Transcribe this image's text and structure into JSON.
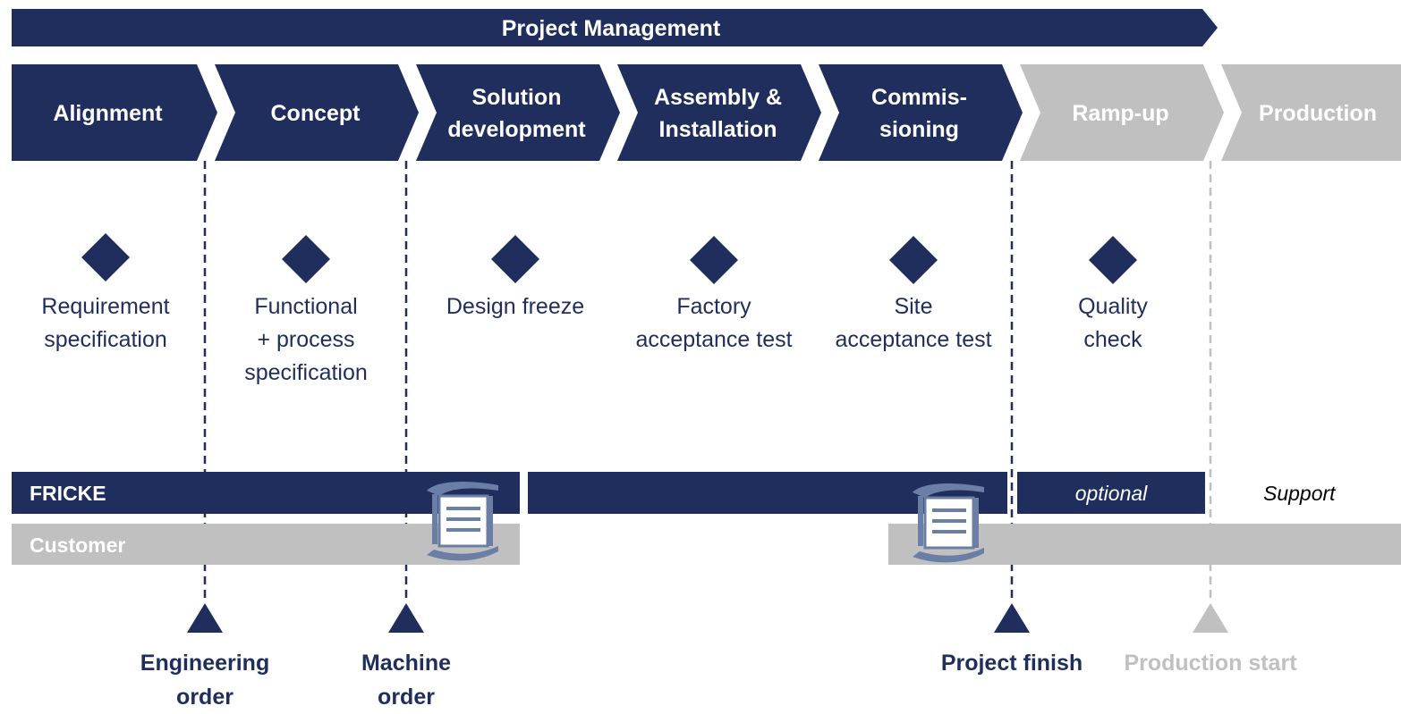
{
  "colors": {
    "navy": "#1f2e5c",
    "gray": "#c0c0c0",
    "white": "#ffffff",
    "icon": "#6b7ea5"
  },
  "header": {
    "label": "Project Management"
  },
  "phases": [
    {
      "label": "Alignment",
      "state": "active"
    },
    {
      "label": "Concept",
      "state": "active"
    },
    {
      "label": "Solution\ndevelopment",
      "state": "active"
    },
    {
      "label": "Assembly &\nInstallation",
      "state": "active"
    },
    {
      "label": "Commis-\nsioning",
      "state": "active"
    },
    {
      "label": "Ramp-up",
      "state": "inactive"
    },
    {
      "label": "Production",
      "state": "inactive"
    }
  ],
  "milestones": [
    {
      "label": "Requirement\nspecification"
    },
    {
      "label": "Functional\n+ process\nspecification"
    },
    {
      "label": "Design freeze"
    },
    {
      "label": "Factory\nacceptance test"
    },
    {
      "label": "Site\nacceptance test"
    },
    {
      "label": "Quality\ncheck"
    }
  ],
  "bars": {
    "fricke_label": "FRICKE",
    "customer_label": "Customer",
    "optional_label": "optional",
    "support_label": "Support"
  },
  "gates": [
    {
      "label": "Engineering\norder",
      "state": "active"
    },
    {
      "label": "Machine\norder",
      "state": "active"
    },
    {
      "label": "Project finish",
      "state": "active"
    },
    {
      "label": "Production start",
      "state": "inactive"
    }
  ],
  "icons": [
    "handover-icon",
    "handover-icon"
  ]
}
